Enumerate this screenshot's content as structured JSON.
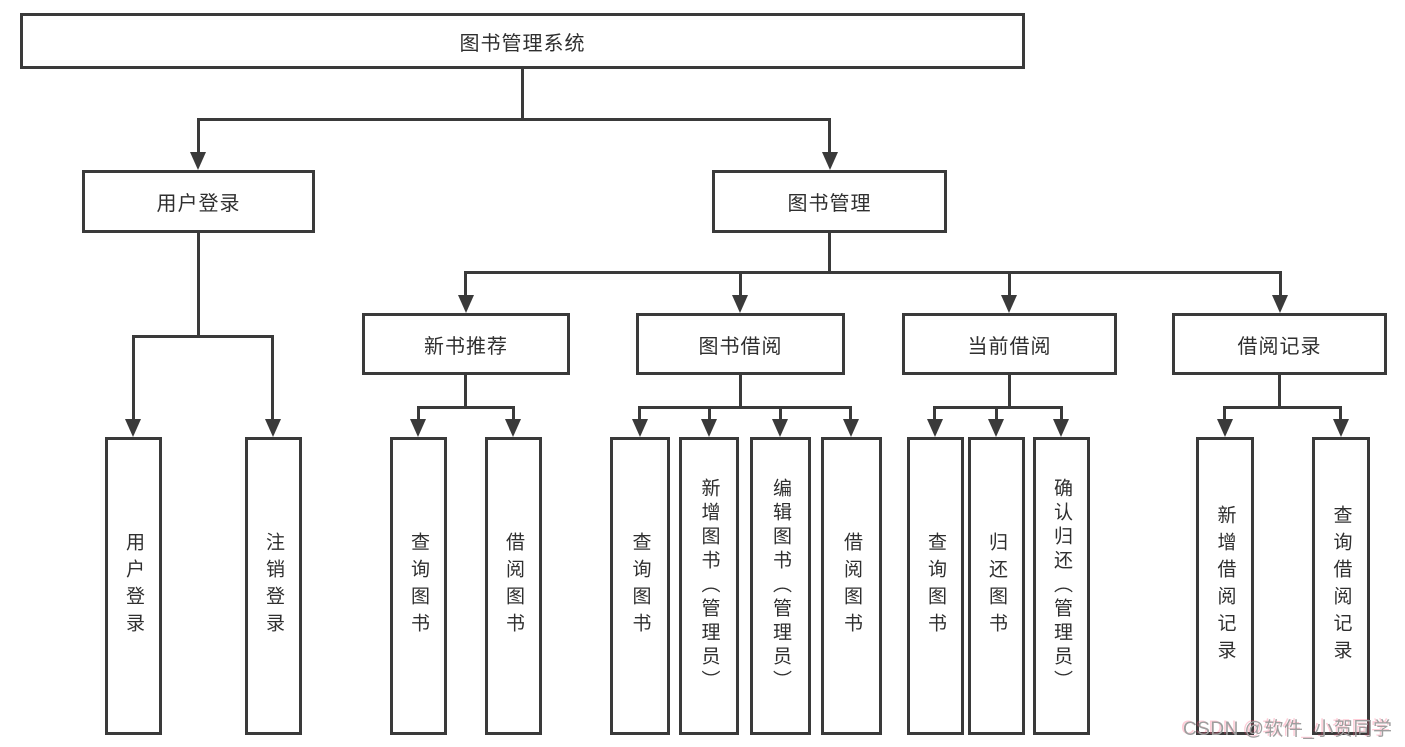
{
  "nodes": {
    "root": "图书管理系统",
    "user_login": "用户登录",
    "book_mgmt": "图书管理",
    "l3": [
      "新书推荐",
      "图书借阅",
      "当前借阅",
      "借阅记录"
    ],
    "user_login_children": [
      "用户登录",
      "注销登录"
    ],
    "new_book_children": [
      "查询图书",
      "借阅图书"
    ],
    "book_borrow_children": [
      "查询图书",
      "新增图书（管理员）",
      "编辑图书（管理员）",
      "借阅图书"
    ],
    "current_borrow_children": [
      "查询图书",
      "归还图书",
      "确认归还（管理员）"
    ],
    "borrow_record_children": [
      "新增借阅记录",
      "查询借阅记录"
    ]
  },
  "watermark": "CSDN @软件_小贺同学",
  "colors": {
    "line": "#3a3a3a",
    "text": "#2f2f2f",
    "watermark": "#9e9e9e",
    "background": "#ffffff"
  }
}
